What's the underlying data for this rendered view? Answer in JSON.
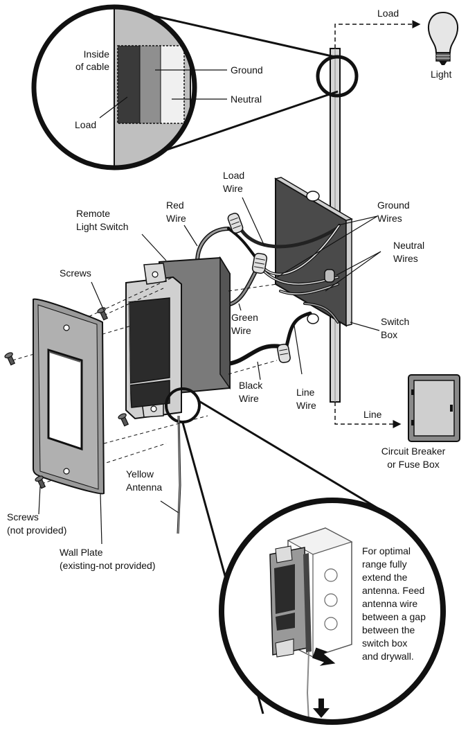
{
  "colors": {
    "ink": "#111111",
    "wall_box": "#4a4a4a",
    "device_body": "#7a7a7a",
    "device_face": "#2b2b2b",
    "plate": "#9a9a9a",
    "conduit": "#c8c8c8",
    "inset_bg": "#bdbdbd",
    "leader": "#111111"
  },
  "labels": {
    "load_top": "Load",
    "light": "Light",
    "inside_cable": [
      "Inside",
      "of cable"
    ],
    "ground_inset": "Ground",
    "neutral_inset": "Neutral",
    "load_inset": "Load",
    "load_wire": [
      "Load",
      "Wire"
    ],
    "red_wire": [
      "Red",
      "Wire"
    ],
    "remote_switch": [
      "Remote",
      "Light Switch"
    ],
    "ground_wires": [
      "Ground",
      "Wires"
    ],
    "neutral_wires": [
      "Neutral",
      "Wires"
    ],
    "screws_top": "Screws",
    "green_wire": [
      "Green",
      "Wire"
    ],
    "switch_box": [
      "Switch",
      "Box"
    ],
    "black_wire": [
      "Black",
      "Wire"
    ],
    "line_wire": [
      "Line",
      "Wire"
    ],
    "line": "Line",
    "breaker": [
      "Circuit Breaker",
      "or Fuse Box"
    ],
    "yellow_antenna": [
      "Yellow",
      "Antenna"
    ],
    "screws_bottom": [
      "Screws",
      "(not provided)"
    ],
    "wall_plate": [
      "Wall Plate",
      "(existing-not provided)"
    ],
    "antenna_note": [
      "For optimal",
      "range fully",
      "extend the",
      "antenna. Feed",
      "antenna wire",
      "between a gap",
      "between the",
      "switch box",
      "and drywall."
    ]
  },
  "icons": {
    "light_bulb": "light-bulb-icon",
    "arrow_right": "arrow-right-icon",
    "arrow_down": "arrow-down-icon"
  }
}
